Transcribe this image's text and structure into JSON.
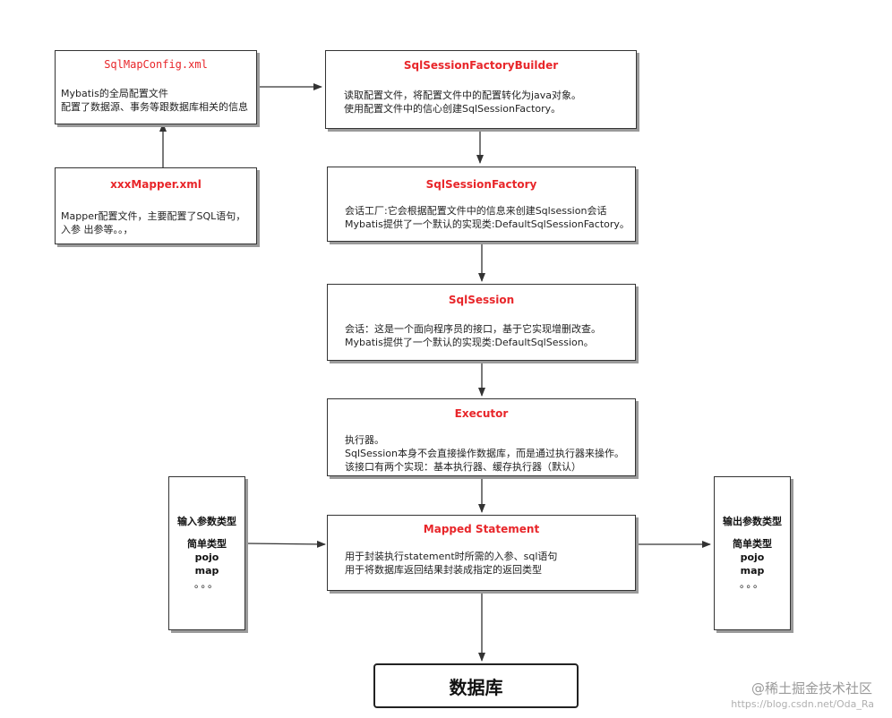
{
  "colors": {
    "title_red": "#e8262a",
    "border": "#333333",
    "arrow": "#333333"
  },
  "config_box": {
    "title": "SqlMapConfig.xml",
    "lines": [
      "Mybatis的全局配置文件",
      "配置了数据源、事务等跟数据库相关的信息"
    ]
  },
  "mapper_box": {
    "title": "xxxMapper.xml",
    "lines": [
      "Mapper配置文件，主要配置了SQL语句，",
      "入参  出参等。。，"
    ]
  },
  "builder_box": {
    "title": "SqlSessionFactoryBuilder",
    "lines": [
      "读取配置文件，将配置文件中的配置转化为java对象。",
      "使用配置文件中的信心创建SqlSessionFactory。"
    ]
  },
  "factory_box": {
    "title": "SqlSessionFactory",
    "lines": [
      "会话工厂:它会根据配置文件中的信息来创建Sqlsession会话",
      "Mybatis提供了一个默认的实现类:DefaultSqlSessionFactory。"
    ]
  },
  "session_box": {
    "title": "SqlSession",
    "lines": [
      "会话：这是一个面向程序员的接口，基于它实现增删改查。",
      "Mybatis提供了一个默认的实现类:DefaultSqlSession。"
    ]
  },
  "executor_box": {
    "title": "Executor",
    "lines": [
      "执行器。",
      "SqlSession本身不会直接操作数据库，而是通过执行器来操作。",
      "该接口有两个实现：基本执行器、缓存执行器（默认）"
    ]
  },
  "mapped_box": {
    "title": "Mapped Statement",
    "lines": [
      "用于封装执行statement时所需的入参、sql语句",
      "用于将数据库返回结果封装成指定的返回类型"
    ]
  },
  "input_box": {
    "heading": "输入参数类型",
    "items": [
      "简单类型",
      "pojo",
      "map",
      "。。。"
    ]
  },
  "output_box": {
    "heading": "输出参数类型",
    "items": [
      "简单类型",
      "pojo",
      "map",
      "。。。"
    ]
  },
  "database_box": {
    "label": "数据库"
  },
  "watermark": {
    "text": "@稀土掘金技术社区",
    "url": "https://blog.csdn.net/Oda_Ra"
  }
}
